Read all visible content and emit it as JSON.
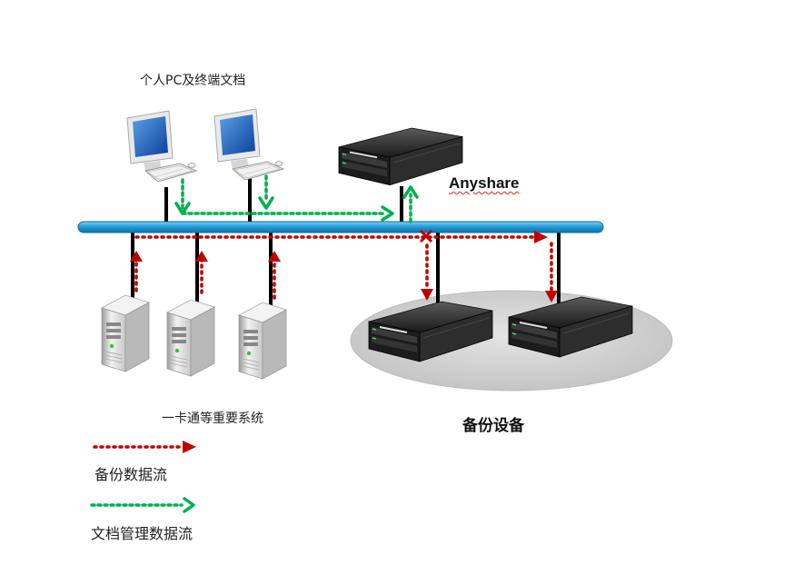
{
  "labels": {
    "pc_group": "个人PC及终端文档",
    "anyshare": "Anyshare",
    "systems_group": "一卡通等重要系统",
    "backup_group": "备份设备"
  },
  "legend": {
    "backup_flow": "备份数据流",
    "doc_flow": "文档管理数据流"
  },
  "colors": {
    "backup_flow": "#c00000",
    "doc_flow": "#00b050",
    "network_bus": "#1e9ad6",
    "backup_area": "#cfcfcf"
  },
  "icons": {
    "pc": "desktop-computer-icon",
    "tower_server": "tower-server-icon",
    "rack_server": "rack-server-icon"
  }
}
